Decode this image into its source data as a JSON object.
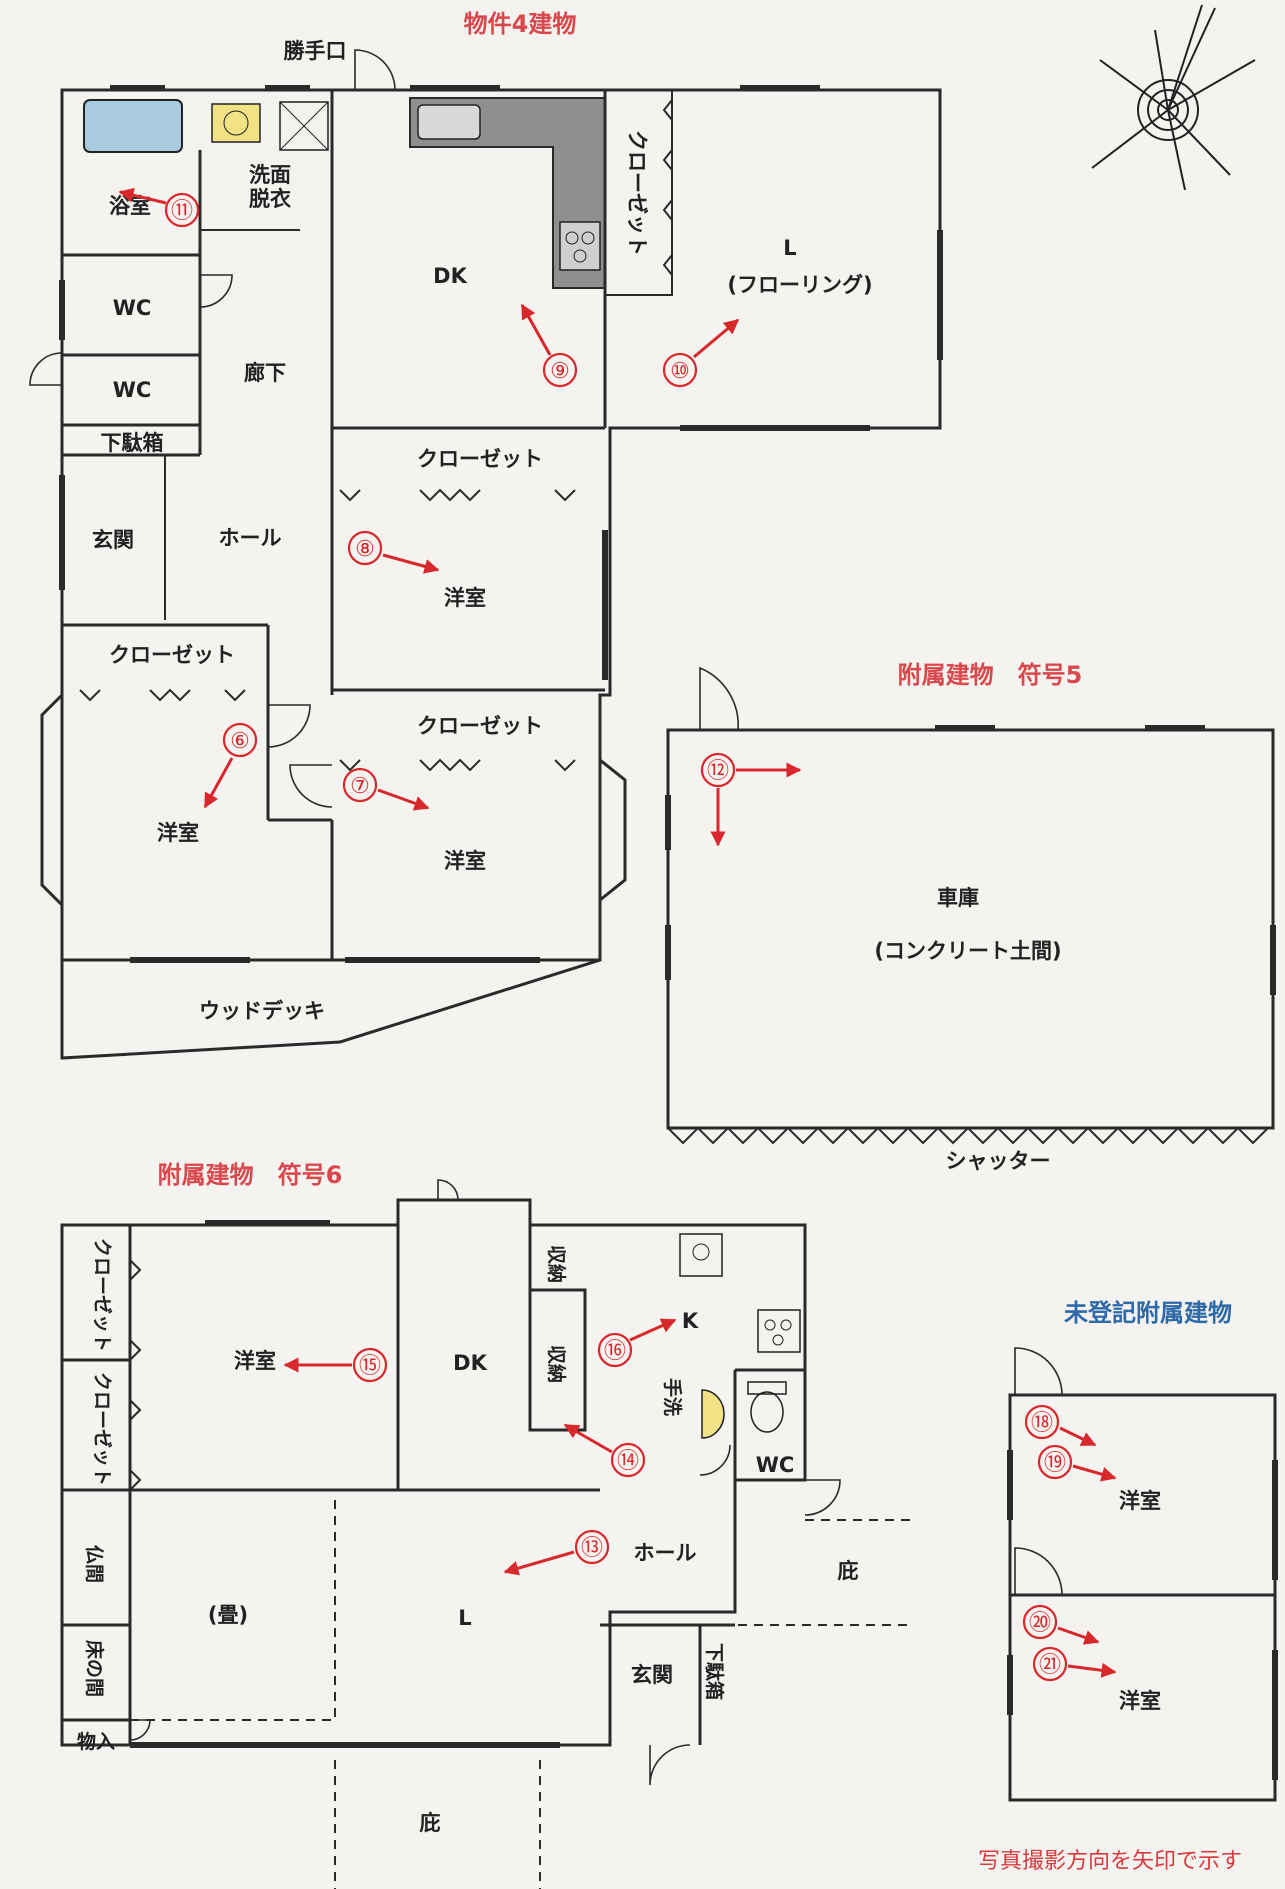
{
  "titles": {
    "building4": "物件4建物",
    "annex5": "附属建物　符号5",
    "annex6": "附属建物　符号6",
    "unregistered": "未登記附属建物"
  },
  "note": "写真撮影方向を矢印で示す",
  "main_building": {
    "back_door": "勝手口",
    "bath": "浴室",
    "washroom_line1": "洗面",
    "washroom_line2": "脱衣",
    "wc_1": "WC",
    "wc_2": "WC",
    "shoe_box": "下駄箱",
    "entrance": "玄関",
    "hall": "ホール",
    "corridor": "廊下",
    "dk": "DK",
    "closet_vertical": "クローゼット",
    "living_l": "L",
    "living_floor": "(フローリング)",
    "closet_1": "クローゼット",
    "western_room_1": "洋室",
    "closet_2": "クローゼット",
    "western_room_2": "洋室",
    "closet_3": "クローゼット",
    "western_room_3": "洋室",
    "wood_deck": "ウッドデッキ"
  },
  "annex5": {
    "garage": "車庫",
    "garage_floor": "(コンクリート土間)",
    "shutter": "シャッター"
  },
  "annex6": {
    "closet_a": "クローゼット",
    "closet_b": "クローゼット",
    "western_room": "洋室",
    "dk": "DK",
    "storage_1": "収納",
    "storage_2": "収納",
    "kitchen": "K",
    "hand_wash": "手洗",
    "wc": "WC",
    "hall": "ホール",
    "eaves_1": "庇",
    "butsuma": "仏間",
    "tatami": "(畳)",
    "living": "L",
    "tokonoma": "床の間",
    "entrance": "玄関",
    "shoe_box": "下駄箱",
    "storage_room": "物入",
    "eaves_2": "庇"
  },
  "unregistered_building": {
    "western_room_1": "洋室",
    "western_room_2": "洋室"
  },
  "photo_markers": [
    "⑥",
    "⑦",
    "⑧",
    "⑨",
    "⑩",
    "⑪",
    "⑫",
    "⑬",
    "⑭",
    "⑮",
    "⑯",
    "⑱",
    "⑲",
    "⑳",
    "㉑"
  ]
}
